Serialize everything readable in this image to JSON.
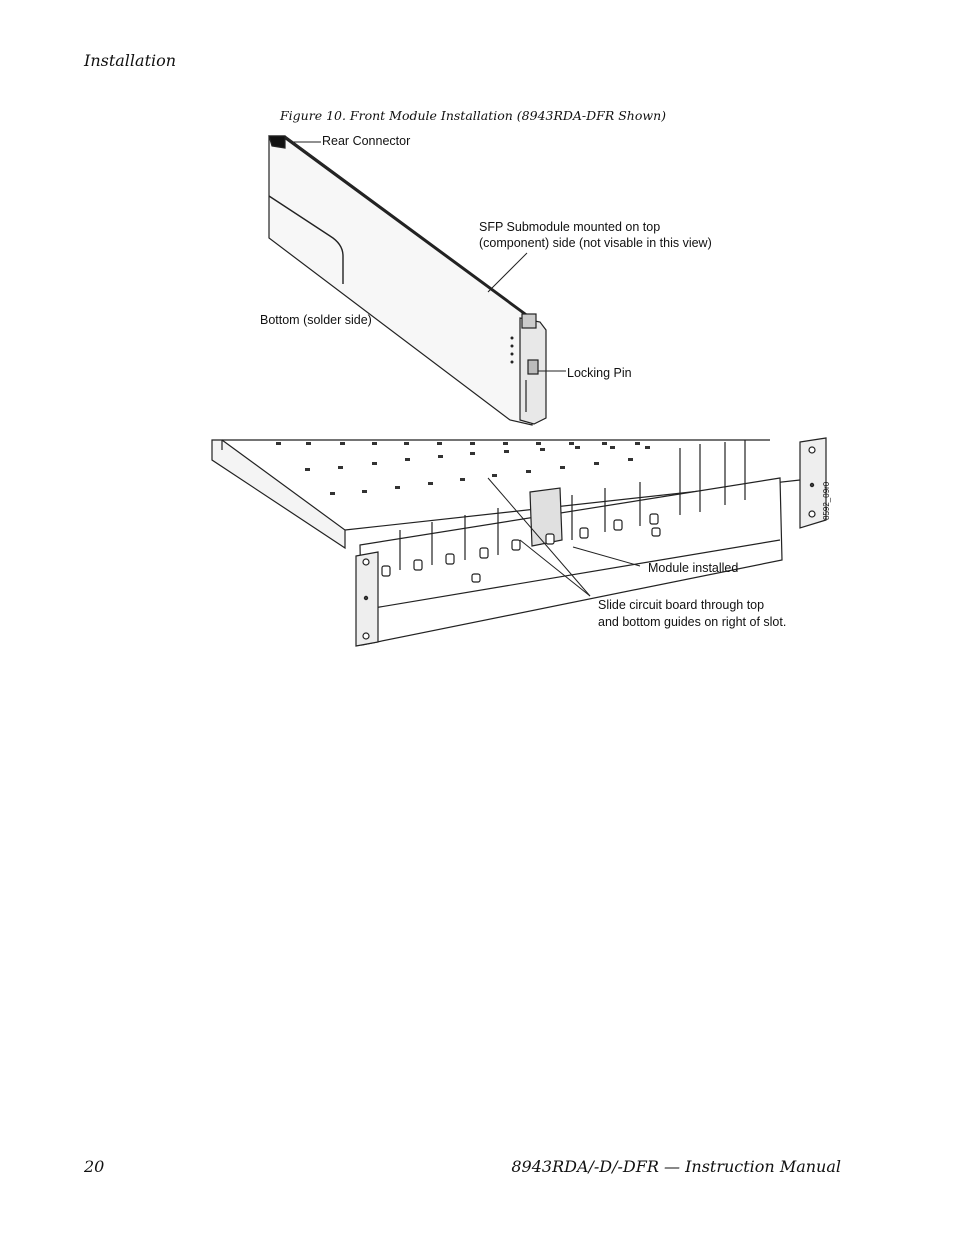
{
  "header": {
    "section": "Installation"
  },
  "figure": {
    "caption": "Figure 10.  Front Module Installation (8943RDA-DFR Shown)",
    "drawing_id": "8592_09r0",
    "callouts": {
      "rear_connector": "Rear Connector",
      "sfp_line1": "SFP Submodule mounted on top",
      "sfp_line2": "(component) side (not visable in this view)",
      "bottom": "Bottom (solder side)",
      "locking_pin": "Locking Pin",
      "module_installed": "Module installed",
      "slide_line1": "Slide circuit board through top",
      "slide_line2": "and bottom guides on right of slot."
    }
  },
  "footer": {
    "page_number": "20",
    "manual_title": "8943RDA/-D/-DFR  — Instruction Manual"
  }
}
